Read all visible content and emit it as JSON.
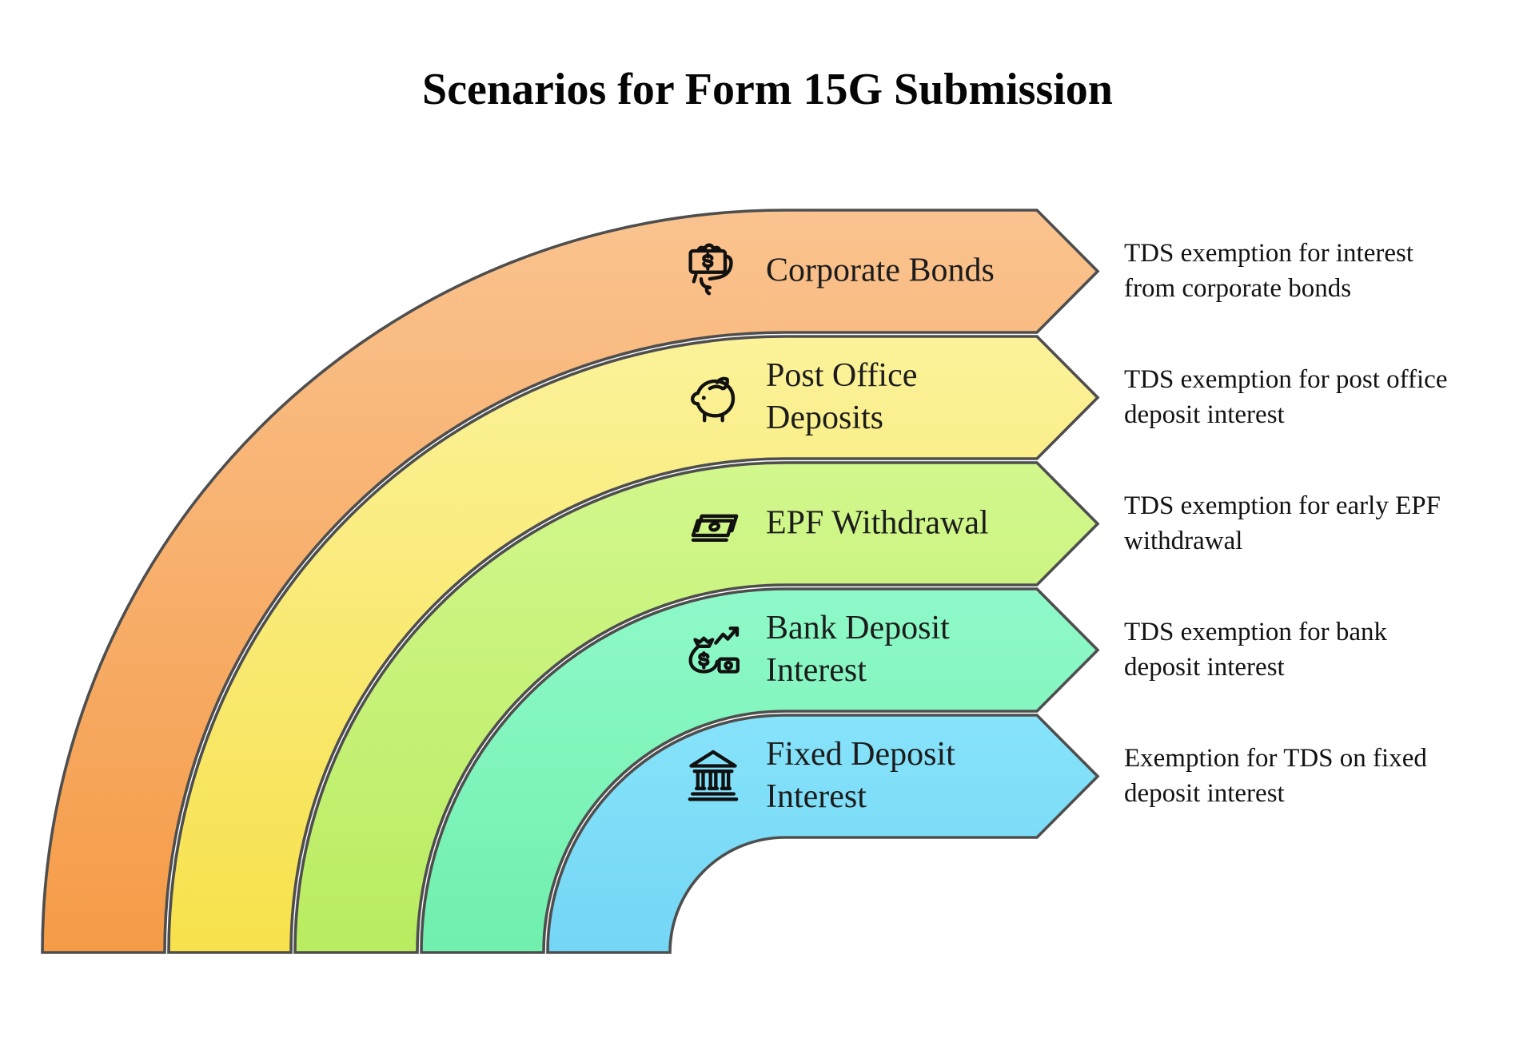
{
  "title": "Scenarios for Form 15G Submission",
  "background": "#ffffff",
  "stroke_color": "#4e4e4e",
  "text_color": "#1c1c1c",
  "bands": [
    {
      "label": "Corporate Bonds",
      "label_lines": [
        "Corporate Bonds"
      ],
      "description": "TDS exemption for interest from corporate bonds",
      "desc_lines": [
        "TDS exemption for interest",
        "from corporate bonds"
      ],
      "icon": "money-in-hand-icon",
      "color_top": "#FAC38F",
      "color_bottom": "#F59B47"
    },
    {
      "label": "Post Office Deposits",
      "label_lines": [
        "Post Office",
        "Deposits"
      ],
      "description": "TDS exemption for post office deposit interest",
      "desc_lines": [
        "TDS exemption for post office",
        "deposit interest"
      ],
      "icon": "piggy-bank-icon",
      "color_top": "#FBF29A",
      "color_bottom": "#F7E14B"
    },
    {
      "label": "EPF Withdrawal",
      "label_lines": [
        "EPF Withdrawal"
      ],
      "description": "TDS exemption for early EPF withdrawal",
      "desc_lines": [
        "TDS exemption for early EPF",
        "withdrawal"
      ],
      "icon": "banknotes-icon",
      "color_top": "#D2F78D",
      "color_bottom": "#B9EC60"
    },
    {
      "label": "Bank Deposit Interest",
      "label_lines": [
        "Bank Deposit",
        "Interest"
      ],
      "description": "TDS exemption for bank deposit interest",
      "desc_lines": [
        "TDS exemption for bank",
        "deposit interest"
      ],
      "icon": "money-bag-chart-icon",
      "color_top": "#8FF9C9",
      "color_bottom": "#70EFAD"
    },
    {
      "label": "Fixed Deposit Interest",
      "label_lines": [
        "Fixed Deposit",
        "Interest"
      ],
      "description": "Exemption for TDS on fixed deposit interest",
      "desc_lines": [
        "Exemption for TDS on fixed",
        "deposit interest"
      ],
      "icon": "bank-building-icon",
      "color_top": "#86E3FA",
      "color_bottom": "#74D6F5"
    }
  ]
}
